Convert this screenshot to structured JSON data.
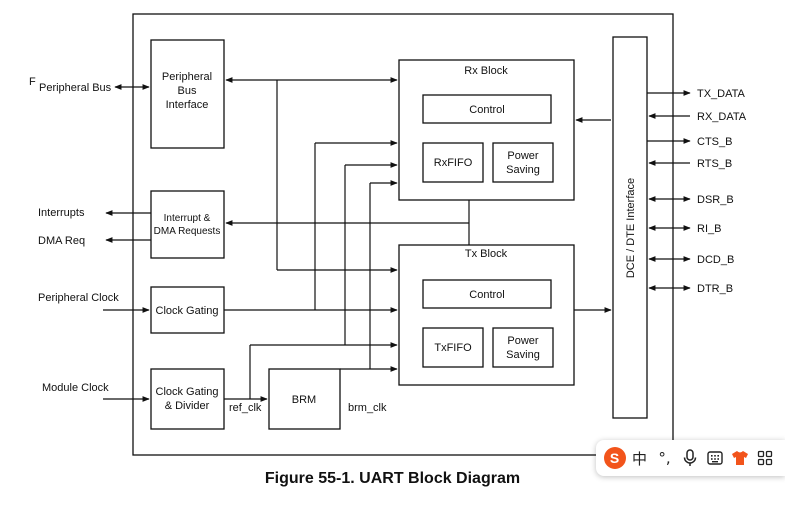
{
  "figure_caption": "Figure 55-1. UART Block Diagram",
  "stray_mark": "F",
  "external_left": {
    "peripheral_bus": "Peripheral Bus",
    "interrupts": "Interrupts",
    "dma_req": "DMA Req",
    "peripheral_clock": "Peripheral Clock",
    "module_clock": "Module Clock"
  },
  "blocks": {
    "pbi_line1": "Peripheral",
    "pbi_line2": "Bus",
    "pbi_line3": "Interface",
    "irq_line1": "Interrupt &",
    "irq_line2": "DMA Requests",
    "clock_gating": "Clock Gating",
    "cgd_line1": "Clock Gating",
    "cgd_line2": "& Divider",
    "brm": "BRM",
    "rx_title": "Rx Block",
    "rx_control": "Control",
    "rx_fifo": "RxFIFO",
    "rx_power_line1": "Power",
    "rx_power_line2": "Saving",
    "tx_title": "Tx Block",
    "tx_control": "Control",
    "tx_fifo": "TxFIFO",
    "tx_power_line1": "Power",
    "tx_power_line2": "Saving",
    "dce_dte": "DCE / DTE Interface"
  },
  "wire_labels": {
    "ref_clk": "ref_clk",
    "brm_clk": "brm_clk"
  },
  "signals_right": [
    "TX_DATA",
    "RX_DATA",
    "CTS_B",
    "RTS_B",
    "DSR_B",
    "RI_B",
    "DCD_B",
    "DTR_B"
  ],
  "ime_toolbar": {
    "logo": "S",
    "chinese": "中",
    "punct": "°,",
    "mic_icon": "microphone-icon",
    "keyboard_icon": "keyboard-icon",
    "skin_icon": "shirt-icon",
    "grid_icon": "apps-grid-icon"
  }
}
